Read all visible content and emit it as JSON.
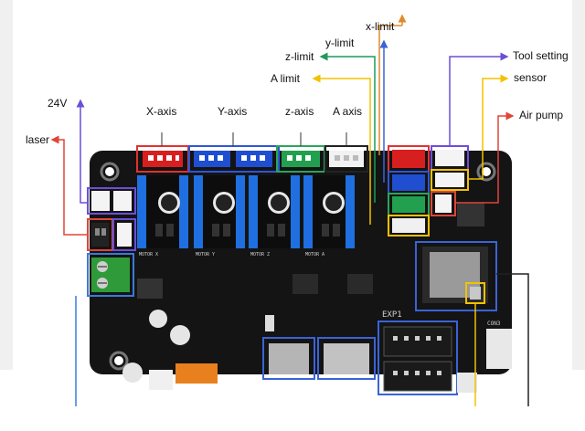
{
  "labels": {
    "x_limit": "x-limit",
    "y_limit": "y-limit",
    "z_limit": "z-limit",
    "a_limit": "A limit",
    "tool_setting": "Tool setting",
    "sensor": "sensor",
    "air_pump": "Air pump",
    "v24": "24V",
    "laser": "laser",
    "x_axis": "X-axis",
    "y_axis": "Y-axis",
    "z_axis": "z-axis",
    "a_axis": "A axis"
  },
  "board": {
    "exp1": "EXP1",
    "con3": "CON3",
    "motor_x": "MOTOR X",
    "motor_y": "MOTOR Y",
    "motor_z": "MOTOR Z",
    "motor_a": "MOTOR A"
  },
  "colors": {
    "x_limit": "#e08a2c",
    "y_limit": "#3a63d6",
    "z_limit": "#1f9a5a",
    "a_limit": "#f2c200",
    "tool_setting": "#6b4fd8",
    "sensor": "#f2c200",
    "air_pump": "#e0453a",
    "v24": "#6b4fd8",
    "laser": "#e0453a",
    "x_axis": "#e23232",
    "y_axis": "#2f55d8",
    "z_axis": "#2aa65a",
    "a_axis": "#222222",
    "board": "#141414"
  }
}
